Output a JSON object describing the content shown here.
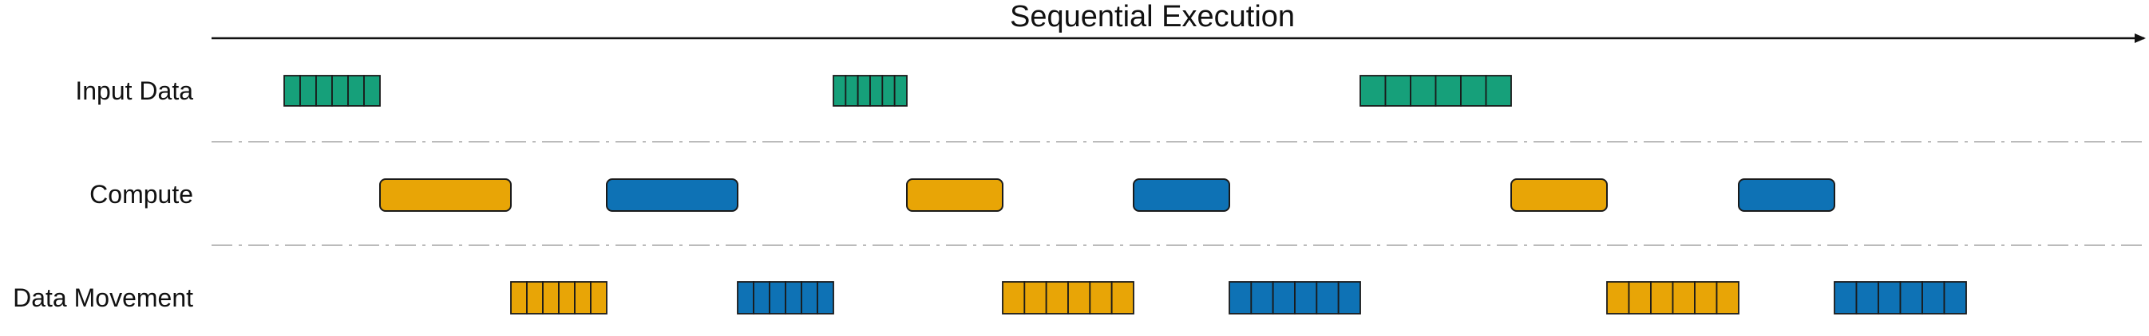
{
  "title": "Sequential Execution",
  "rows": [
    {
      "id": "input",
      "label": "Input Data"
    },
    {
      "id": "compute",
      "label": "Compute"
    },
    {
      "id": "move",
      "label": "Data Movement"
    }
  ],
  "colors": {
    "input": "#16a07a",
    "compute_a": "#e8a506",
    "compute_b": "#0e72b5",
    "stroke": "#1a1a1a",
    "divider": "#bbbbbb",
    "arrow": "#111111"
  },
  "blocks": [
    {
      "row": "input",
      "kind": "buffer",
      "color": "input",
      "start": 0,
      "end": 1
    },
    {
      "row": "compute",
      "kind": "task",
      "color": "compute_a",
      "start": 1,
      "end": 2
    },
    {
      "row": "move",
      "kind": "buffer",
      "color": "compute_a",
      "start": 2,
      "end": 3
    },
    {
      "row": "compute",
      "kind": "task",
      "color": "compute_b",
      "start": 3,
      "end": 4
    },
    {
      "row": "move",
      "kind": "buffer",
      "color": "compute_b",
      "start": 4,
      "end": 5
    },
    {
      "row": "input",
      "kind": "buffer",
      "color": "input",
      "start": 5,
      "end": 6
    },
    {
      "row": "compute",
      "kind": "task",
      "color": "compute_a",
      "start": 6,
      "end": 7
    },
    {
      "row": "move",
      "kind": "buffer",
      "color": "compute_a",
      "start": 7,
      "end": 8
    },
    {
      "row": "compute",
      "kind": "task",
      "color": "compute_b",
      "start": 8,
      "end": 9
    },
    {
      "row": "move",
      "kind": "buffer",
      "color": "compute_b",
      "start": 9,
      "end": 10
    },
    {
      "row": "input",
      "kind": "buffer",
      "color": "input",
      "start": 10,
      "end": 11
    },
    {
      "row": "compute",
      "kind": "task",
      "color": "compute_a",
      "start": 11,
      "end": 12
    },
    {
      "row": "move",
      "kind": "buffer",
      "color": "compute_a",
      "start": 12,
      "end": 13
    },
    {
      "row": "compute",
      "kind": "task",
      "color": "compute_b",
      "start": 13,
      "end": 14
    },
    {
      "row": "move",
      "kind": "buffer",
      "color": "compute_b",
      "start": 14,
      "end": 15
    }
  ],
  "buffer_cells": 6
}
